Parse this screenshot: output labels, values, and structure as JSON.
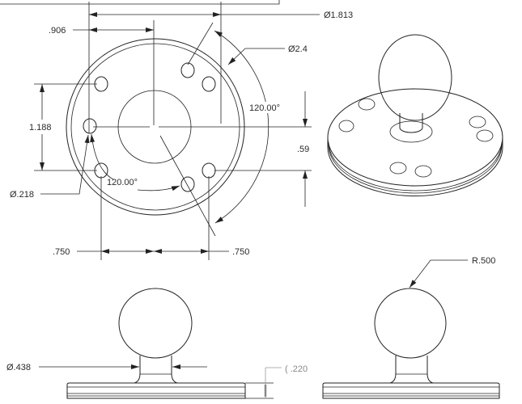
{
  "drawing": {
    "top_view": {
      "dia_bolt_circle": "Ø1.813",
      "half_bolt_circle": ".906",
      "dia_plate": "Ø2.4",
      "vertical_spacing": "1.188",
      "angle_right": "120.00°",
      "angle_lower": "120.00°",
      "offset_vertical": ".59",
      "hole_dia": "Ø.218",
      "horizontal_left": ".750",
      "horizontal_right": ".750"
    },
    "side_view_left": {
      "neck_dia": "Ø.438",
      "plate_thickness": "( .220"
    },
    "side_view_right": {
      "ball_radius": "R.500"
    }
  }
}
